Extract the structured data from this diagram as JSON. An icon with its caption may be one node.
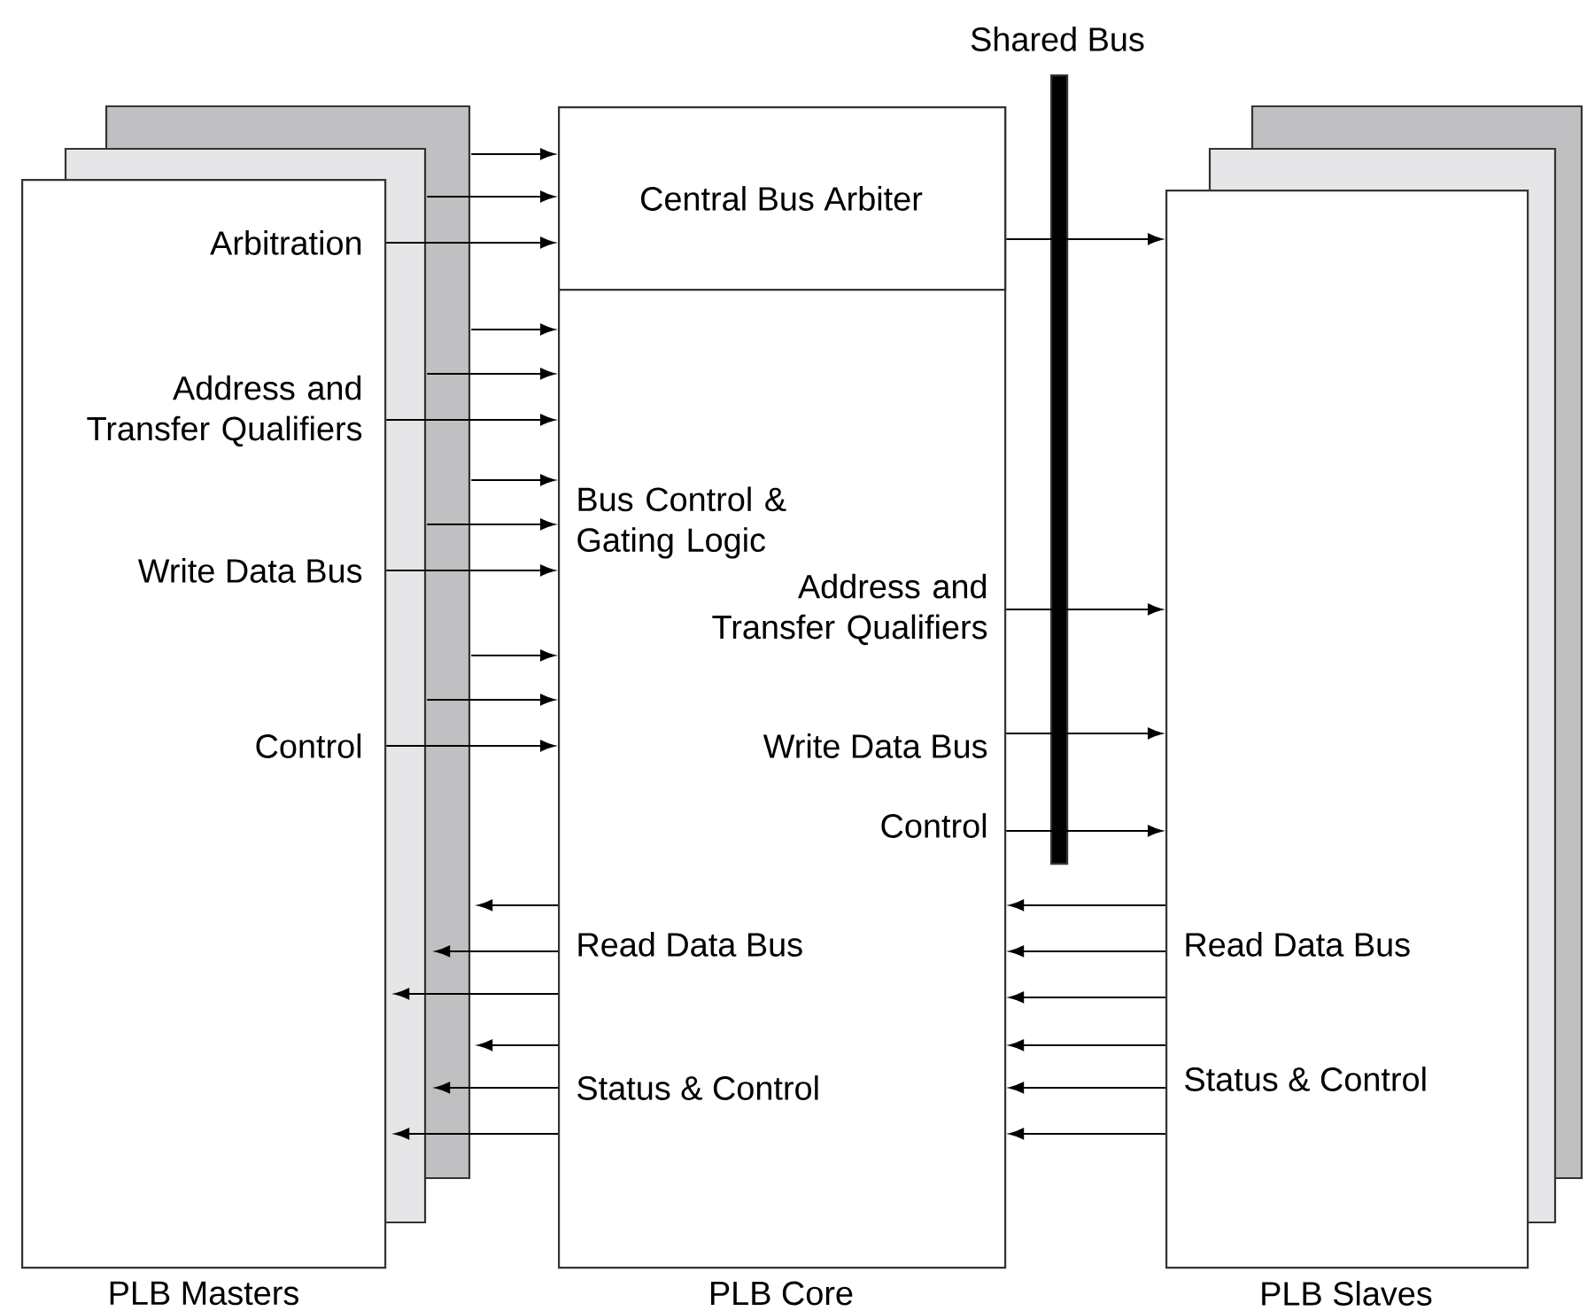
{
  "diagram": {
    "nodes": [
      {
        "text": [
          "Arbitration",
          "Address and Transfer Qualifiers",
          "Write Data Bus",
          "Control"
        ],
        "beside": [
          "PLB Masters"
        ]
      },
      {
        "text": [
          "Bus Control & Gating Logic",
          "Address and Transfer Qualifiers",
          "Write Data Bus",
          "Control",
          "Read Data Bus",
          "Status & Control"
        ],
        "beside": [
          "PLB Core"
        ]
      },
      {
        "text": [
          "Central Bus Arbiter"
        ],
        "in": 1
      },
      {
        "text": [
          "Shared Bus"
        ]
      },
      {
        "text": [
          "Read Data Bus",
          "Status & Control"
        ],
        "beside": [
          "PLB Slaves"
        ]
      }
    ],
    "edges": [
      {
        "from": 0,
        "to": 2,
        "arrow": "to"
      },
      {
        "from": 0,
        "to": 2,
        "arrow": "to"
      },
      {
        "from": 0,
        "to": 2,
        "arrow": "to"
      },
      {
        "from": 0,
        "to": 1,
        "arrow": "to"
      },
      {
        "from": 0,
        "to": 1,
        "arrow": "to"
      },
      {
        "from": 0,
        "to": 1,
        "arrow": "to"
      },
      {
        "from": 0,
        "to": 1,
        "arrow": "to"
      },
      {
        "from": 0,
        "to": 1,
        "arrow": "to"
      },
      {
        "from": 0,
        "to": 1,
        "arrow": "to"
      },
      {
        "from": 0,
        "to": 1,
        "arrow": "to"
      },
      {
        "from": 0,
        "to": 1,
        "arrow": "to"
      },
      {
        "from": 0,
        "to": 1,
        "arrow": "to"
      },
      {
        "from": 2,
        "to": 4,
        "arrow": "to"
      },
      {
        "from": 1,
        "to": 4,
        "arrow": "to"
      },
      {
        "from": 1,
        "to": 4,
        "arrow": "to"
      },
      {
        "from": 1,
        "to": 4,
        "arrow": "to"
      },
      {
        "from": 1,
        "to": 0,
        "arrow": "to"
      },
      {
        "from": 1,
        "to": 0,
        "arrow": "to"
      },
      {
        "from": 1,
        "to": 0,
        "arrow": "to"
      },
      {
        "from": 1,
        "to": 0,
        "arrow": "to"
      },
      {
        "from": 1,
        "to": 0,
        "arrow": "to"
      },
      {
        "from": 1,
        "to": 0,
        "arrow": "to"
      },
      {
        "from": 4,
        "to": 1,
        "arrow": "to"
      },
      {
        "from": 4,
        "to": 1,
        "arrow": "to"
      },
      {
        "from": 4,
        "to": 1,
        "arrow": "to"
      },
      {
        "from": 4,
        "to": 1,
        "arrow": "to"
      },
      {
        "from": 4,
        "to": 1,
        "arrow": "to"
      },
      {
        "from": 4,
        "to": 1,
        "arrow": "to"
      }
    ]
  }
}
